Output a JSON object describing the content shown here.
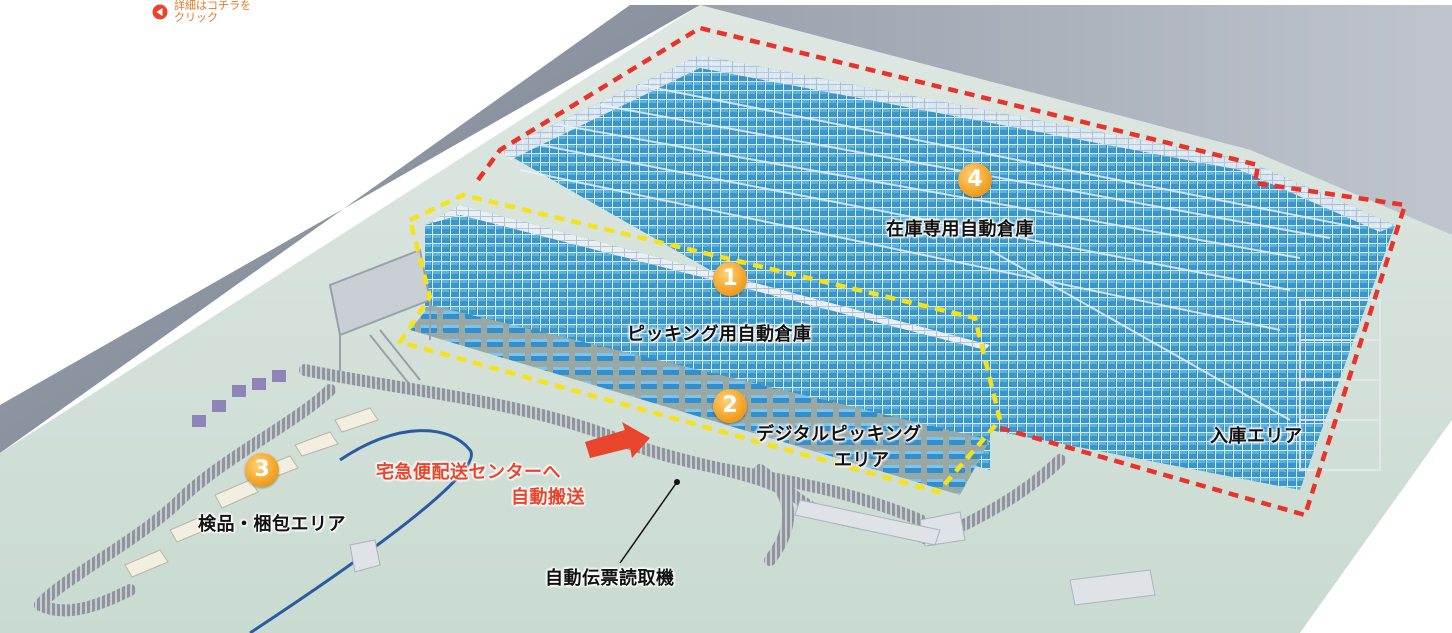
{
  "detail_link": {
    "text_line1": "詳細はコチラを",
    "text_line2": "クリック"
  },
  "areas": {
    "picking_warehouse": {
      "number": "1",
      "label": "ピッキング用自動倉庫"
    },
    "digital_picking": {
      "number": "2",
      "label_line1": "デジタルピッキング",
      "label_line2": "エリア"
    },
    "inspection_packing": {
      "number": "3",
      "label": "検品・梱包エリア"
    },
    "storage_warehouse": {
      "number": "4",
      "label": "在庫専用自動倉庫"
    },
    "receiving": {
      "label": "入庫エリア"
    }
  },
  "annotations": {
    "delivery_line1": "宅急便配送センターへ",
    "delivery_line2": "自動搬送",
    "slip_reader": "自動伝票読取機"
  },
  "colors": {
    "accent_orange": "#f4a62a",
    "dashed_red": "#e8322a",
    "dashed_yellow": "#f5e21a",
    "shelf_blue": "#3f9fd0",
    "floor": "#cfded6",
    "wall": "#8d95a3",
    "link_text": "#e07a2e",
    "annotation_red": "#e8452c"
  }
}
